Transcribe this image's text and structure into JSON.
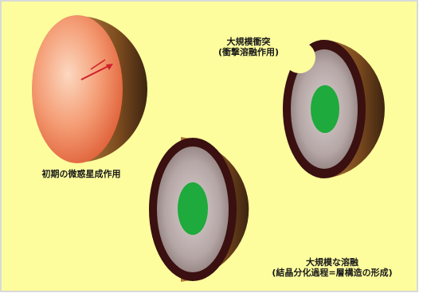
{
  "figure": {
    "background_color": "#fdfd9e",
    "labels": {
      "initial_accretion": "初期の微惑星成作用",
      "giant_impact_title": "大規模衝突",
      "giant_impact_sub": "(衝撃溶融作用)",
      "differentiation_title": "大規模な溶融",
      "differentiation_sub": "(結晶分化過程=層構造の形成)"
    },
    "colors": {
      "sphere_orange": "#f0845e",
      "shell_brown": "#7a4a1e",
      "crust_dark": "#3a1010",
      "mantle_gray": "#9f8e8c",
      "core_green": "#1eaa3c",
      "arrow_red": "#d0202a"
    }
  }
}
